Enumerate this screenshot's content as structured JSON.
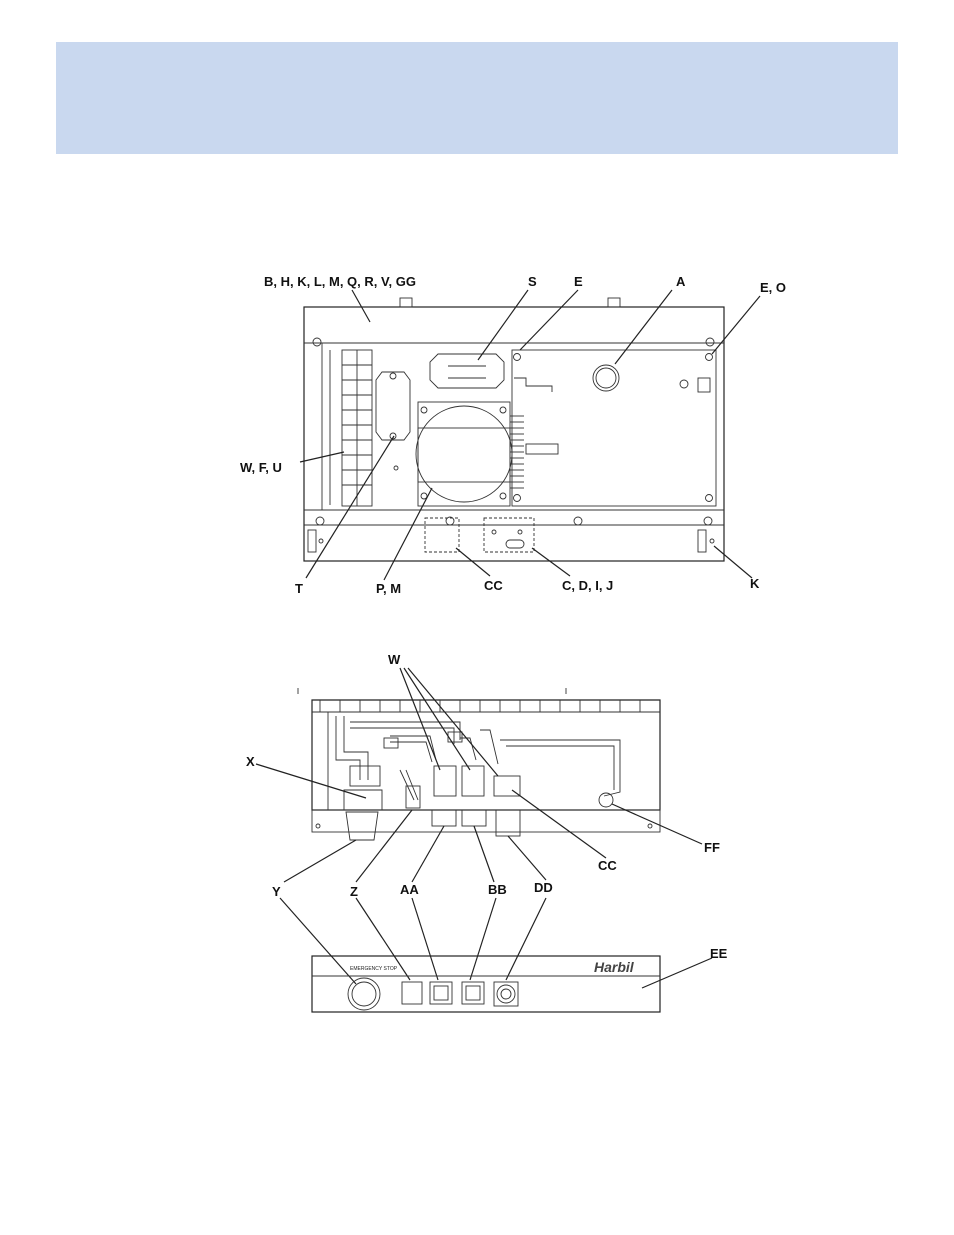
{
  "top_diagram": {
    "labels": {
      "bhk": "B, H, K, L, M, Q, R, V, GG",
      "s": "S",
      "e": "E",
      "a": "A",
      "eo": "E, O",
      "wfu": "W, F, U",
      "t": "T",
      "pm": "P, M",
      "cc": "CC",
      "cdij": "C, D, I, J",
      "k": "K"
    }
  },
  "bottom_diagram": {
    "labels": {
      "w": "W",
      "x": "X",
      "ff": "FF",
      "cc": "CC",
      "y": "Y",
      "z": "Z",
      "aa": "AA",
      "bb": "BB",
      "dd": "DD",
      "ee": "EE"
    },
    "panel": {
      "brand": "Harbil",
      "emergency_stop": "EMERGENCY STOP"
    }
  }
}
